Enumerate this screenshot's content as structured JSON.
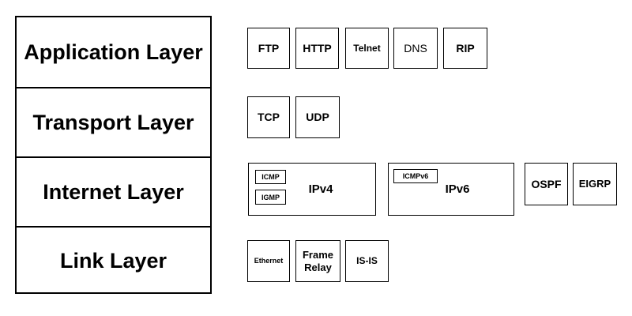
{
  "layers": {
    "application": "Application Layer",
    "transport": "Transport Layer",
    "internet": "Internet Layer",
    "link": "Link Layer"
  },
  "application_protocols": {
    "ftp": "FTP",
    "http": "HTTP",
    "telnet": "Telnet",
    "dns": "DNS",
    "rip": "RIP"
  },
  "transport_protocols": {
    "tcp": "TCP",
    "udp": "UDP"
  },
  "internet_protocols": {
    "ipv4": {
      "label": "IPv4",
      "sub": [
        "ICMP",
        "IGMP"
      ]
    },
    "ipv6": {
      "label": "IPv6",
      "sub": [
        "ICMPv6"
      ]
    },
    "ospf": "OSPF",
    "eigrp": "EIGRP"
  },
  "link_protocols": {
    "ethernet": "Ethernet",
    "frame_relay": [
      "Frame",
      "Relay"
    ],
    "is_is": "IS-IS"
  }
}
